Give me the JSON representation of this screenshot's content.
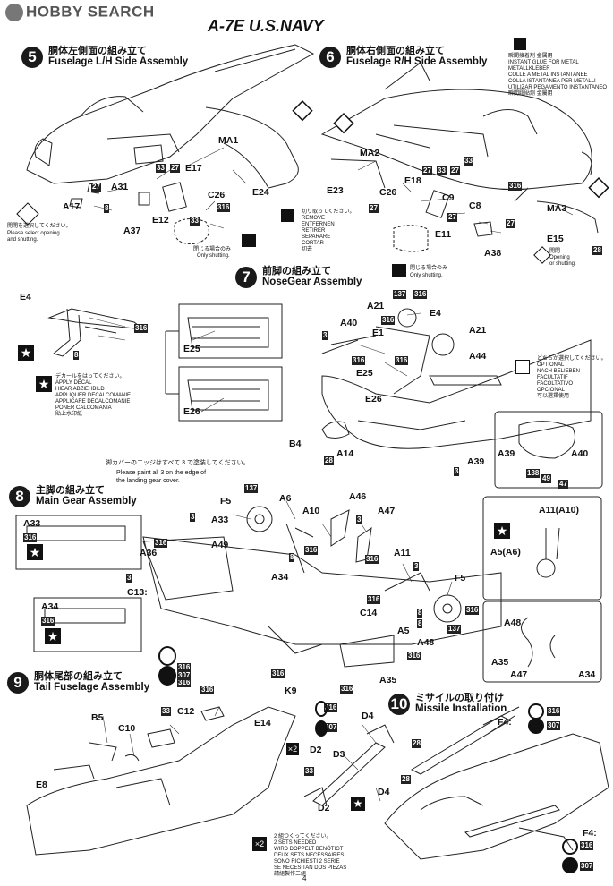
{
  "header": {
    "brand": "HOBBY SEARCH",
    "model": "A-7E U.S.NAVY"
  },
  "steps": {
    "s5": {
      "num": "5",
      "jp": "胴体左側面の組み立て",
      "en": "Fuselage L/H Side Assembly"
    },
    "s6": {
      "num": "6",
      "jp": "胴体右側面の組み立て",
      "en": "Fuselage R/H Side Assembly"
    },
    "s7": {
      "num": "7",
      "jp": "前脚の組み立て",
      "en": "NoseGear Assembly"
    },
    "s8": {
      "num": "8",
      "jp": "主脚の組み立て",
      "en": "Main Gear Assembly"
    },
    "s9": {
      "num": "9",
      "jp": "胴体尾部の組み立て",
      "en": "Tail Fuselage Assembly"
    },
    "s10": {
      "num": "10",
      "jp": "ミサイルの取り付け",
      "en": "Missile Installation"
    }
  },
  "notes": {
    "glue": "瞬間接着剤 金属用\nINSTANT GLUE FOR METAL\nMETALLKLEBER\nCOLLE A METAL INSTANTANEE\nCOLLA ISTANTANEA PER METALLI\nUTILIZAR PEGAMENTO INSTANTANEO\n瞬間膠貼劑 金屬用",
    "cut": "切り取ってください。\nREMOVE\nENTFERNEN\nRETIRER\nSEPARARE\nCORTAR\n切去",
    "select_jp": "開閉を選択してください。",
    "select_en": "Please select opening\nand shutting.",
    "only_shut_jp": "閉じる場合のみ",
    "only_shut_en": "Only shutting.",
    "open_shut": "開閉\nOpening\nor shutting.",
    "decal": "デカールをはってください。\nAPPLY DECAL\nHIEAR ABZIEHBILD\nAPPLIQUER DECALCOMANIE\nAPPLICARE DECALCOMANIE\nPONER CALCOMANIA\n貼上水印紙",
    "optional": "どちらか選択してください。\nOPTIONAL\nNACH BELIEBEN\nFACULTATIF\nFACOLTATIVO\nOPCIONAL\n可以選擇使用",
    "gear_cover_jp": "脚カバーのエッジはすべて 3 で塗装してください。",
    "gear_cover_en": "Please paint all 3 on the edge of\nthe landing gear cover.",
    "two_sets": "2 組つくってください。\n2 SETS NEEDED\nWIRD DOPPELT BENÖTIGT\nDEUX SETS NECESSAIRES\nSONO RICHIESTI 2 SERIE\nSE NECESITAN DOS PIEZAS\n請組製作二組",
    "x2": "×2"
  },
  "labels": {
    "s5": [
      "MA1",
      "A31",
      "A17",
      "E17",
      "C26",
      "E12",
      "A37",
      "E24"
    ],
    "s5nums": [
      "27",
      "33",
      "27",
      "8",
      "316",
      "33"
    ],
    "s6": [
      "MA2",
      "E23",
      "E18",
      "C26",
      "C9",
      "C8",
      "E11",
      "A38",
      "MA3",
      "E15"
    ],
    "s6nums": [
      "27",
      "33",
      "27",
      "33",
      "27",
      "316",
      "27",
      "27",
      "28"
    ],
    "s7": [
      "E4",
      "A21",
      "A40",
      "E1",
      "E25",
      "E26",
      "A21",
      "A44",
      "B4",
      "A14",
      "A39",
      "A39",
      "A40",
      "E4",
      "E25",
      "E26"
    ],
    "s7nums": [
      "316",
      "8",
      "137",
      "316",
      "3",
      "316",
      "316",
      "316",
      "28",
      "3",
      "138",
      "49",
      "47"
    ],
    "s8": [
      "A33",
      "A34",
      "F5",
      "A6",
      "A10",
      "A46",
      "A47",
      "A33",
      "A36",
      "A49",
      "C13:",
      "A34",
      "C14",
      "A11",
      "F5",
      "A5",
      "A48",
      "K9",
      "A35",
      "A11(A10)",
      "A5(A6)",
      "A48",
      "A35",
      "A47",
      "A34"
    ],
    "s8nums": [
      "316",
      "316",
      "137",
      "3",
      "3",
      "316",
      "3",
      "8",
      "316",
      "316",
      "3",
      "316",
      "8",
      "8",
      "316",
      "137",
      "316",
      "316",
      "316"
    ],
    "s9": [
      "B5",
      "C10",
      "C12",
      "E14",
      "E8"
    ],
    "s9nums": [
      "33",
      "316",
      "316",
      "316",
      "307"
    ],
    "s10": [
      "D4",
      "D2",
      "D3",
      "D2",
      "D4",
      "F4:",
      "F4:"
    ],
    "s10nums": [
      "316",
      "307",
      "33",
      "28",
      "28",
      "316",
      "307",
      "316",
      "307"
    ]
  },
  "page_number": "4"
}
